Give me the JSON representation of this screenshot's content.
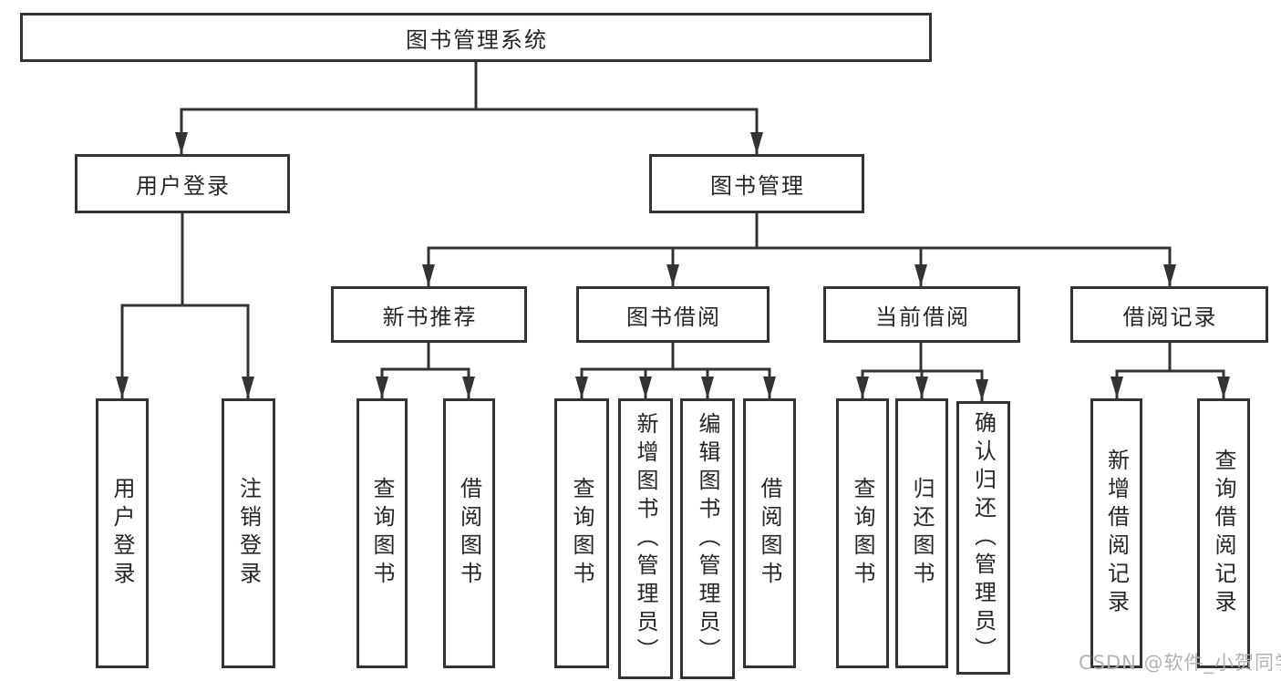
{
  "diagram": {
    "root": {
      "label": "图书管理系统"
    },
    "branches": [
      {
        "label": "用户登录",
        "children": [
          {
            "label": "用户登录"
          },
          {
            "label": "注销登录"
          }
        ]
      },
      {
        "label": "图书管理",
        "children": [
          {
            "label": "新书推荐",
            "children": [
              {
                "label": "查询图书"
              },
              {
                "label": "借阅图书"
              }
            ]
          },
          {
            "label": "图书借阅",
            "children": [
              {
                "label": "查询图书"
              },
              {
                "label": "新增图书（管理员）"
              },
              {
                "label": "编辑图书（管理员）"
              },
              {
                "label": "借阅图书"
              }
            ]
          },
          {
            "label": "当前借阅",
            "children": [
              {
                "label": "查询图书"
              },
              {
                "label": "归还图书"
              },
              {
                "label": "确认归还（管理员）"
              }
            ]
          },
          {
            "label": "借阅记录",
            "children": [
              {
                "label": "新增借阅记录"
              },
              {
                "label": "查询借阅记录"
              }
            ]
          }
        ]
      }
    ]
  },
  "watermark": {
    "text": "CSDN @软件_小贺同学"
  },
  "colors": {
    "line": "#333333",
    "text": "#262626",
    "watermark": "#afafaf",
    "background": "#ffffff"
  }
}
